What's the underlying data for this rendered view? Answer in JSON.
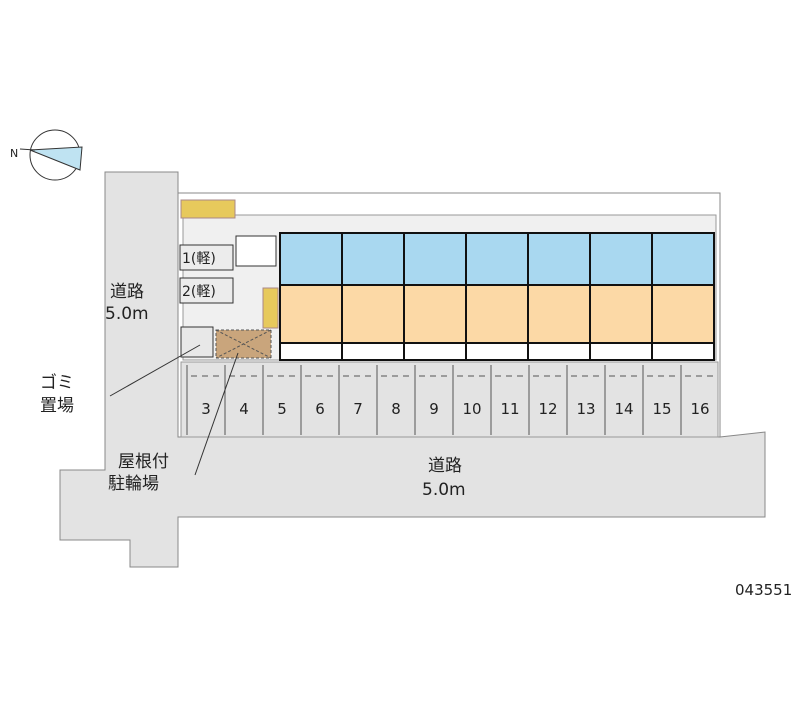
{
  "labels": {
    "road_left_1": "道路",
    "road_left_2": "5.0m",
    "road_bottom_1": "道路",
    "road_bottom_2": "5.0m",
    "garbage_1": "ゴミ",
    "garbage_2": "置場",
    "bike_1": "屋根付",
    "bike_2": "駐輪場",
    "property_id": "043551",
    "compass_north": "N"
  },
  "small_vehicle_slots": [
    "1(軽)",
    "2(軽)"
  ],
  "parking_slots": [
    "3",
    "4",
    "5",
    "6",
    "7",
    "8",
    "9",
    "10",
    "11",
    "12",
    "13",
    "14",
    "15",
    "16"
  ],
  "unit_count": 7,
  "colors": {
    "road": "#e3e3e3",
    "wet_area": "#a9d8f0",
    "room": "#fcd9a6",
    "bike_shed": "#c9a57c"
  }
}
